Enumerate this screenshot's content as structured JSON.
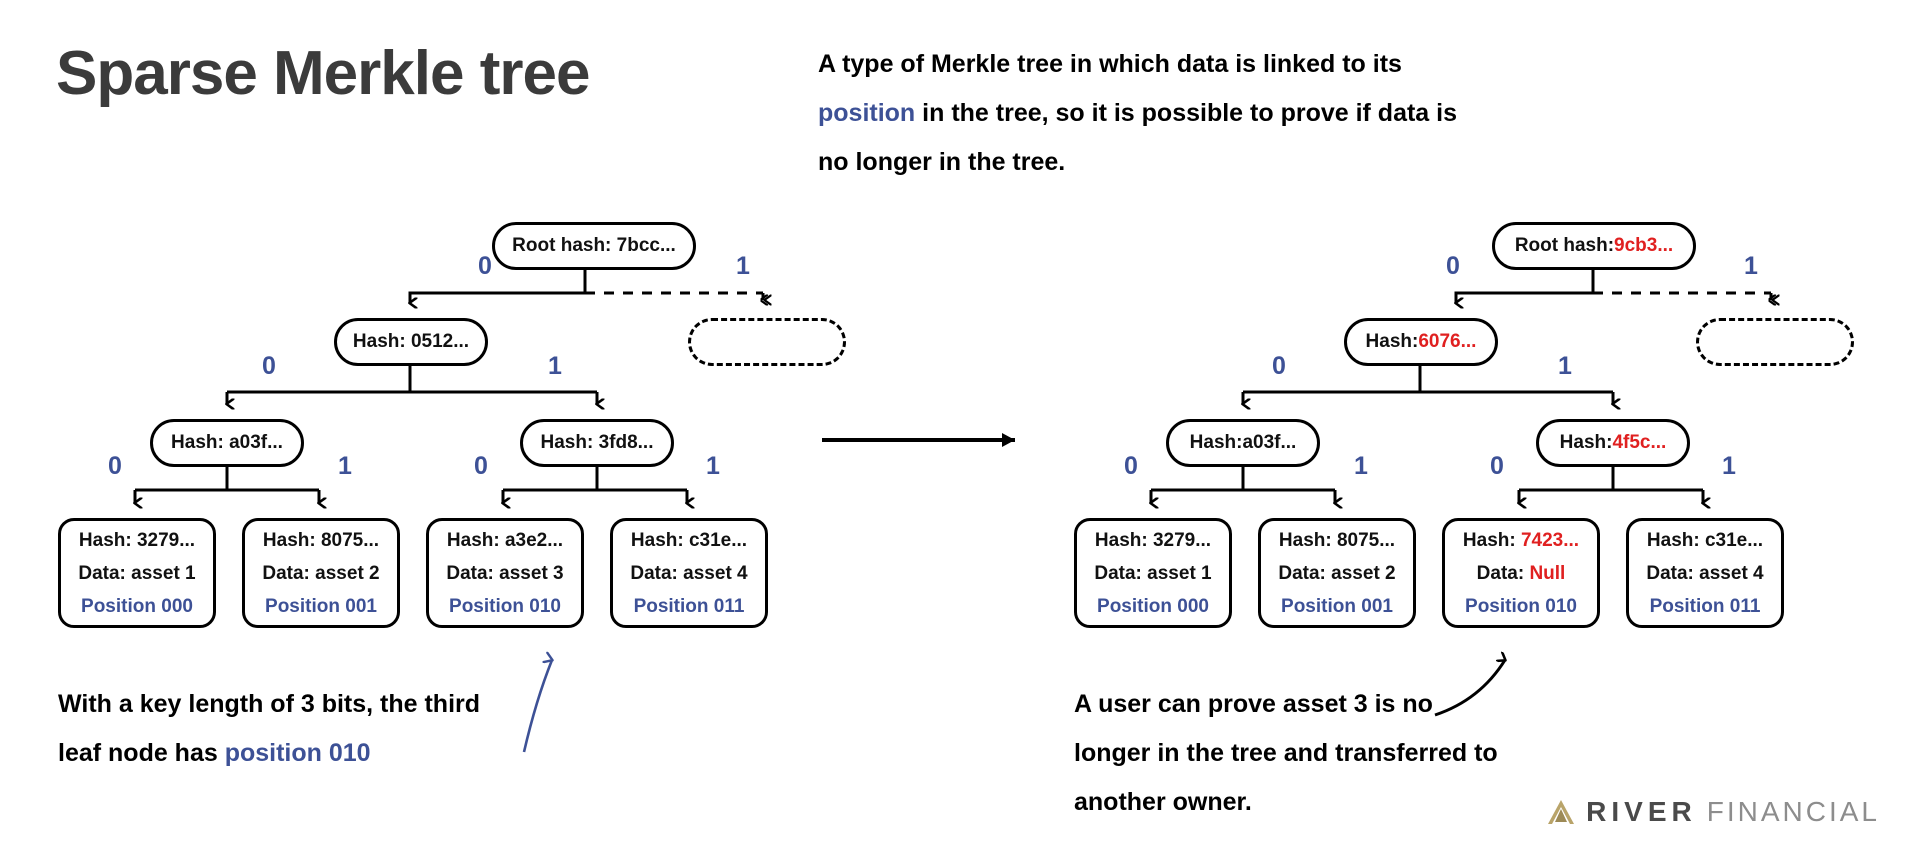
{
  "header": {
    "title": "Sparse Merkle tree",
    "description_pre": "A type of Merkle tree in which data is linked to its ",
    "description_highlight": "position",
    "description_post": " in the tree, so it is possible to prove if data is no longer in the tree."
  },
  "colors": {
    "accent_blue": "#3d5196",
    "alert_red": "#e02020",
    "title_gray": "#3b3b3b",
    "stroke_black": "#000000"
  },
  "edge_labels": {
    "zero": "0",
    "one": "1"
  },
  "left_tree": {
    "root": {
      "label": "Root hash: 7bcc...",
      "changed": false
    },
    "level1": {
      "label": "Hash: 0512...",
      "changed": false
    },
    "level2": [
      {
        "label": "Hash: a03f...",
        "changed": false
      },
      {
        "label": "Hash: 3fd8...",
        "changed": false
      }
    ],
    "leaves": [
      {
        "hash_prefix": "Hash: ",
        "hash": "3279...",
        "hash_changed": false,
        "data_prefix": "Data: ",
        "data": "asset 1",
        "data_changed": false,
        "position": "Position 000"
      },
      {
        "hash_prefix": "Hash: ",
        "hash": "8075...",
        "hash_changed": false,
        "data_prefix": "Data: ",
        "data": "asset 2",
        "data_changed": false,
        "position": "Position 001"
      },
      {
        "hash_prefix": "Hash: ",
        "hash": "a3e2...",
        "hash_changed": false,
        "data_prefix": "Data: ",
        "data": "asset 3",
        "data_changed": false,
        "position": "Position 010"
      },
      {
        "hash_prefix": "Hash: ",
        "hash": "c31e...",
        "hash_changed": false,
        "data_prefix": "Data: ",
        "data": "asset 4",
        "data_changed": false,
        "position": "Position 011"
      }
    ],
    "caption_pre": "With a key length of 3 bits, the third leaf node has ",
    "caption_highlight": "position 010"
  },
  "right_tree": {
    "root": {
      "prefix": "Root hash: ",
      "hash": "9cb3...",
      "changed": true
    },
    "level1": {
      "prefix": "Hash: ",
      "hash": "6076...",
      "changed": true
    },
    "level2": [
      {
        "prefix": "Hash: ",
        "hash": "a03f...",
        "changed": false
      },
      {
        "prefix": "Hash: ",
        "hash": "4f5c...",
        "changed": true
      }
    ],
    "leaves": [
      {
        "hash_prefix": "Hash: ",
        "hash": "3279...",
        "hash_changed": false,
        "data_prefix": "Data: ",
        "data": "asset 1",
        "data_changed": false,
        "position": "Position 000"
      },
      {
        "hash_prefix": "Hash: ",
        "hash": "8075...",
        "hash_changed": false,
        "data_prefix": "Data: ",
        "data": "asset 2",
        "data_changed": false,
        "position": "Position 001"
      },
      {
        "hash_prefix": "Hash: ",
        "hash": "7423...",
        "hash_changed": true,
        "data_prefix": "Data: ",
        "data": "Null",
        "data_changed": true,
        "position": "Position 010"
      },
      {
        "hash_prefix": "Hash: ",
        "hash": "c31e...",
        "hash_changed": false,
        "data_prefix": "Data: ",
        "data": "asset 4",
        "data_changed": false,
        "position": "Position 011"
      }
    ],
    "caption": "A user can prove asset 3 is no longer in the tree and transferred to another owner."
  },
  "logo": {
    "word1": "RIVER",
    "word2": "FINANCIAL"
  }
}
